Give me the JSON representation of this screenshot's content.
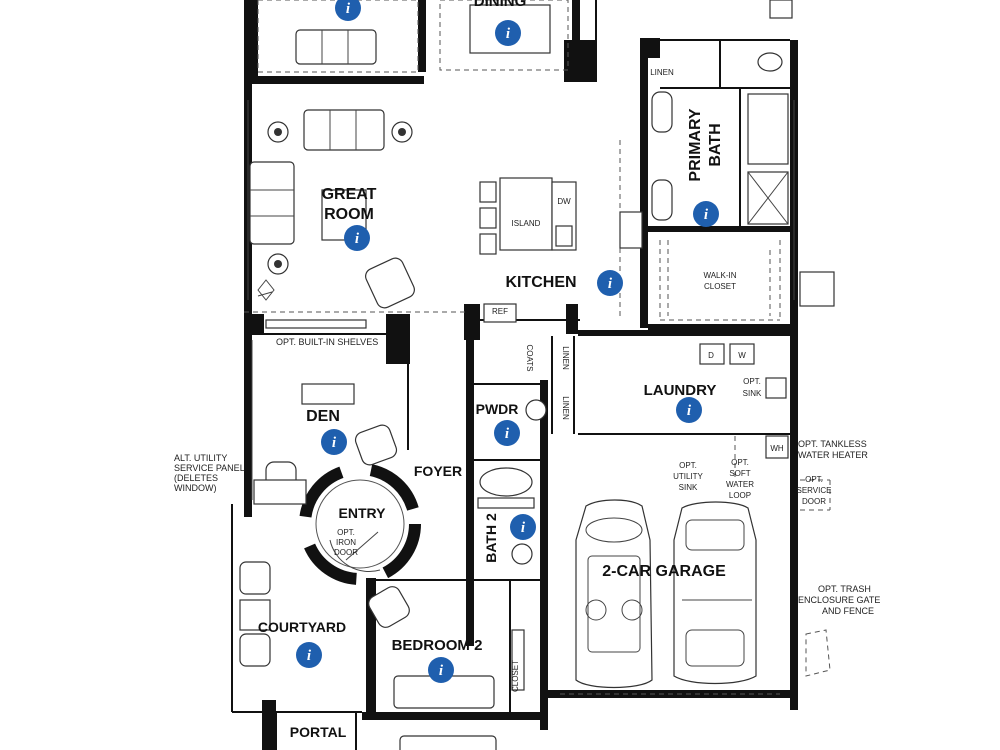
{
  "rooms": {
    "dining": "DINING",
    "great_room_1": "GREAT",
    "great_room_2": "ROOM",
    "kitchen": "KITCHEN",
    "primary_bath_1": "PRIMARY",
    "primary_bath_2": "BATH",
    "den": "DEN",
    "foyer": "FOYER",
    "entry": "ENTRY",
    "laundry": "LAUNDRY",
    "pwdr": "PWDR",
    "bath2": "BATH 2",
    "garage": "2-CAR GARAGE",
    "courtyard": "COURTYARD",
    "bedroom2": "BEDROOM 2",
    "portal": "PORTAL"
  },
  "small_labels": {
    "linen_top": "LINEN",
    "island": "ISLAND",
    "dw": "DW",
    "ref": "REF",
    "coats": "COATS",
    "linen_a": "LINEN",
    "linen_b": "LINEN",
    "walkin_1": "WALK-IN",
    "walkin_2": "CLOSET",
    "washer_d": "D",
    "washer_w": "W",
    "wh": "WH",
    "closet": "CLOSET"
  },
  "notes": {
    "opt_shelves": "OPT. BUILT-IN SHELVES",
    "alt_utility_1": "ALT. UTILITY",
    "alt_utility_2": "SERVICE PANEL",
    "alt_utility_3": "(DELETES",
    "alt_utility_4": "WINDOW)",
    "opt_iron_1": "OPT.",
    "opt_iron_2": "IRON",
    "opt_iron_3": "DOOR",
    "opt_sink_1": "OPT.",
    "opt_sink_2": "SINK",
    "opt_tankless_1": "OPT. TANKLESS",
    "opt_tankless_2": "WATER HEATER",
    "opt_utility_sink_1": "OPT.",
    "opt_utility_sink_2": "UTILITY",
    "opt_utility_sink_3": "SINK",
    "opt_soft_water_1": "OPT.",
    "opt_soft_water_2": "SOFT",
    "opt_soft_water_3": "WATER",
    "opt_soft_water_4": "LOOP",
    "opt_service_door_1": "OPT.",
    "opt_service_door_2": "SERVICE",
    "opt_service_door_3": "DOOR",
    "opt_trash_1": "OPT. TRASH",
    "opt_trash_2": "ENCLOSURE GATE",
    "opt_trash_3": "AND FENCE"
  },
  "info_icon_glyph": "i",
  "colors": {
    "info": "#1f5fae",
    "wall": "#111111"
  }
}
